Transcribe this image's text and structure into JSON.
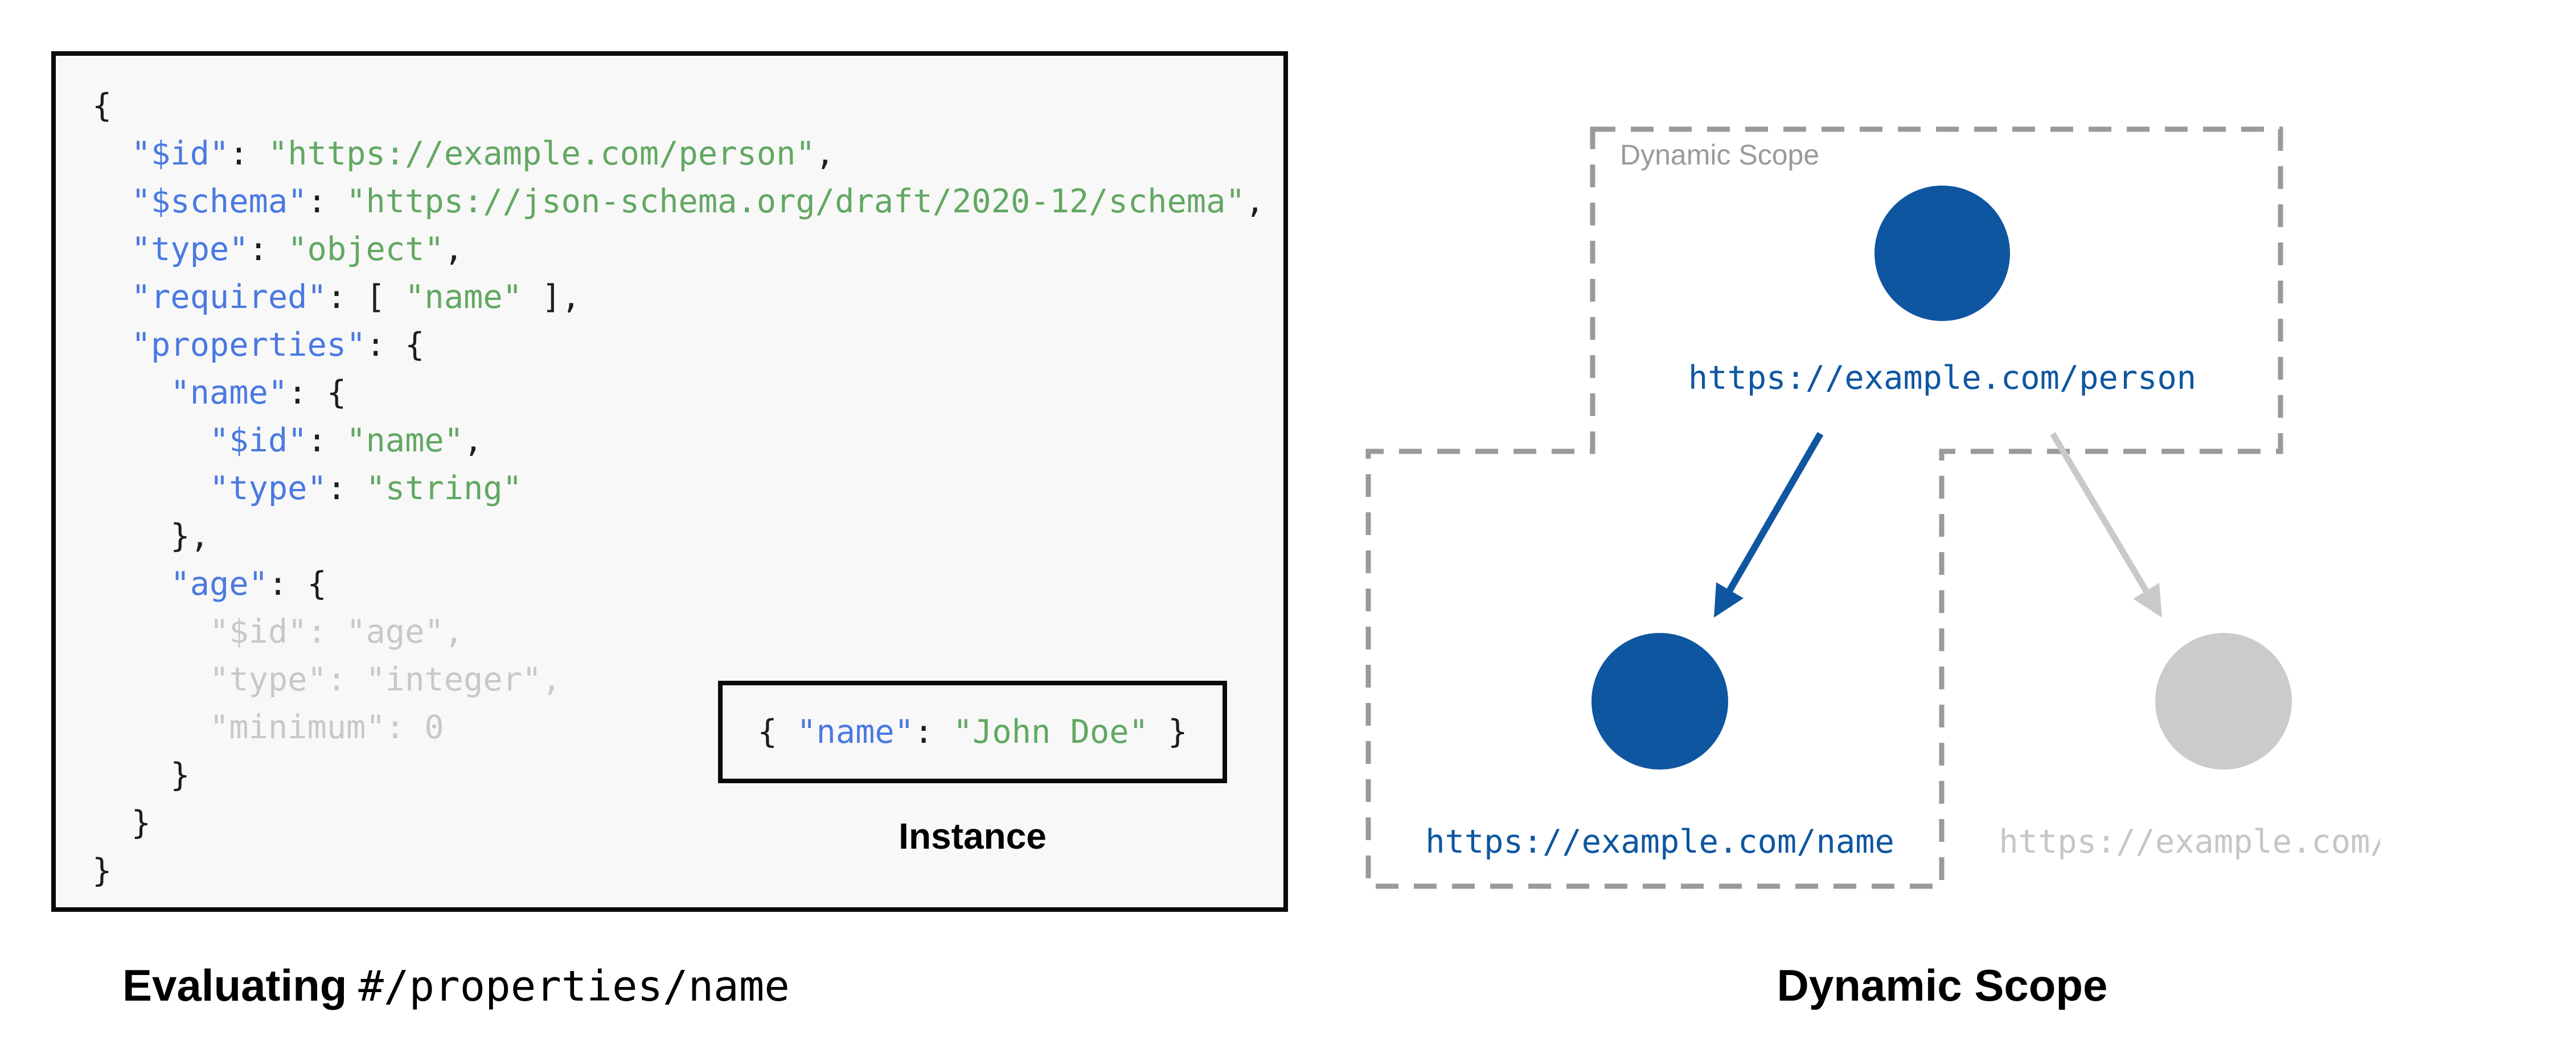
{
  "colors": {
    "code_bg": "#F8F8F8",
    "block_border": "#0B0B0B",
    "code_key": "#4A79E2",
    "code_string": "#62A862",
    "code_punct": "#1D1D1F",
    "code_dim": "#C8C8C8",
    "diagram_blue": "#0E56A0",
    "diagram_gray": "#CBCBCB",
    "diagram_gray_text": "#C6C6C6",
    "diagram_gray_arrow": "#C9C9C9",
    "dashed_border": "#9A9A9A",
    "scope_label_gray": "#9A9A9A"
  },
  "schema_panel": {
    "code_lines": [
      {
        "dim": false,
        "tokens": [
          {
            "t": "p",
            "v": "{"
          }
        ]
      },
      {
        "dim": false,
        "tokens": [
          {
            "t": "p",
            "v": "  "
          },
          {
            "t": "k",
            "v": "\"$id\""
          },
          {
            "t": "p",
            "v": ": "
          },
          {
            "t": "s",
            "v": "\"https://example.com/person\""
          },
          {
            "t": "p",
            "v": ","
          }
        ]
      },
      {
        "dim": false,
        "tokens": [
          {
            "t": "p",
            "v": "  "
          },
          {
            "t": "k",
            "v": "\"$schema\""
          },
          {
            "t": "p",
            "v": ": "
          },
          {
            "t": "s",
            "v": "\"https://json-schema.org/draft/2020-12/schema\""
          },
          {
            "t": "p",
            "v": ","
          }
        ]
      },
      {
        "dim": false,
        "tokens": [
          {
            "t": "p",
            "v": "  "
          },
          {
            "t": "k",
            "v": "\"type\""
          },
          {
            "t": "p",
            "v": ": "
          },
          {
            "t": "s",
            "v": "\"object\""
          },
          {
            "t": "p",
            "v": ","
          }
        ]
      },
      {
        "dim": false,
        "tokens": [
          {
            "t": "p",
            "v": "  "
          },
          {
            "t": "k",
            "v": "\"required\""
          },
          {
            "t": "p",
            "v": ": [ "
          },
          {
            "t": "s",
            "v": "\"name\""
          },
          {
            "t": "p",
            "v": " ],"
          }
        ]
      },
      {
        "dim": false,
        "tokens": [
          {
            "t": "p",
            "v": "  "
          },
          {
            "t": "k",
            "v": "\"properties\""
          },
          {
            "t": "p",
            "v": ": {"
          }
        ]
      },
      {
        "dim": false,
        "tokens": [
          {
            "t": "p",
            "v": "    "
          },
          {
            "t": "k",
            "v": "\"name\""
          },
          {
            "t": "p",
            "v": ": {"
          }
        ]
      },
      {
        "dim": false,
        "tokens": [
          {
            "t": "p",
            "v": "      "
          },
          {
            "t": "k",
            "v": "\"$id\""
          },
          {
            "t": "p",
            "v": ": "
          },
          {
            "t": "s",
            "v": "\"name\""
          },
          {
            "t": "p",
            "v": ","
          }
        ]
      },
      {
        "dim": false,
        "tokens": [
          {
            "t": "p",
            "v": "      "
          },
          {
            "t": "k",
            "v": "\"type\""
          },
          {
            "t": "p",
            "v": ": "
          },
          {
            "t": "s",
            "v": "\"string\""
          }
        ]
      },
      {
        "dim": false,
        "tokens": [
          {
            "t": "p",
            "v": "    },"
          }
        ]
      },
      {
        "dim": false,
        "tokens": [
          {
            "t": "p",
            "v": "    "
          },
          {
            "t": "k",
            "v": "\"age\""
          },
          {
            "t": "p",
            "v": ": {"
          }
        ]
      },
      {
        "dim": true,
        "tokens": [
          {
            "t": "p",
            "v": "      "
          },
          {
            "t": "k",
            "v": "\"$id\""
          },
          {
            "t": "p",
            "v": ": "
          },
          {
            "t": "s",
            "v": "\"age\""
          },
          {
            "t": "p",
            "v": ","
          }
        ]
      },
      {
        "dim": true,
        "tokens": [
          {
            "t": "p",
            "v": "      "
          },
          {
            "t": "k",
            "v": "\"type\""
          },
          {
            "t": "p",
            "v": ": "
          },
          {
            "t": "s",
            "v": "\"integer\""
          },
          {
            "t": "p",
            "v": ","
          }
        ]
      },
      {
        "dim": true,
        "tokens": [
          {
            "t": "p",
            "v": "      "
          },
          {
            "t": "k",
            "v": "\"minimum\""
          },
          {
            "t": "p",
            "v": ": "
          },
          {
            "t": "n",
            "v": "0"
          }
        ]
      },
      {
        "dim": false,
        "tokens": [
          {
            "t": "p",
            "v": "    }"
          }
        ]
      },
      {
        "dim": false,
        "tokens": [
          {
            "t": "p",
            "v": "  }"
          }
        ]
      },
      {
        "dim": false,
        "tokens": [
          {
            "t": "p",
            "v": "}"
          }
        ]
      }
    ],
    "instance": {
      "tokens": [
        {
          "t": "p",
          "v": "{ "
        },
        {
          "t": "k",
          "v": "\"name\""
        },
        {
          "t": "p",
          "v": ": "
        },
        {
          "t": "s",
          "v": "\"John Doe\""
        },
        {
          "t": "p",
          "v": " }"
        }
      ],
      "label": "Instance"
    },
    "caption": {
      "bold": "Evaluating",
      "code": "#/properties/name"
    }
  },
  "diagram": {
    "scope_label": "Dynamic Scope",
    "nodes": [
      {
        "id": "person",
        "url": "https://example.com/person",
        "state": "active"
      },
      {
        "id": "name",
        "url": "https://example.com/name",
        "state": "active"
      },
      {
        "id": "age",
        "url": "https://example.com/age",
        "state": "inactive"
      }
    ],
    "caption": "Dynamic Scope"
  }
}
